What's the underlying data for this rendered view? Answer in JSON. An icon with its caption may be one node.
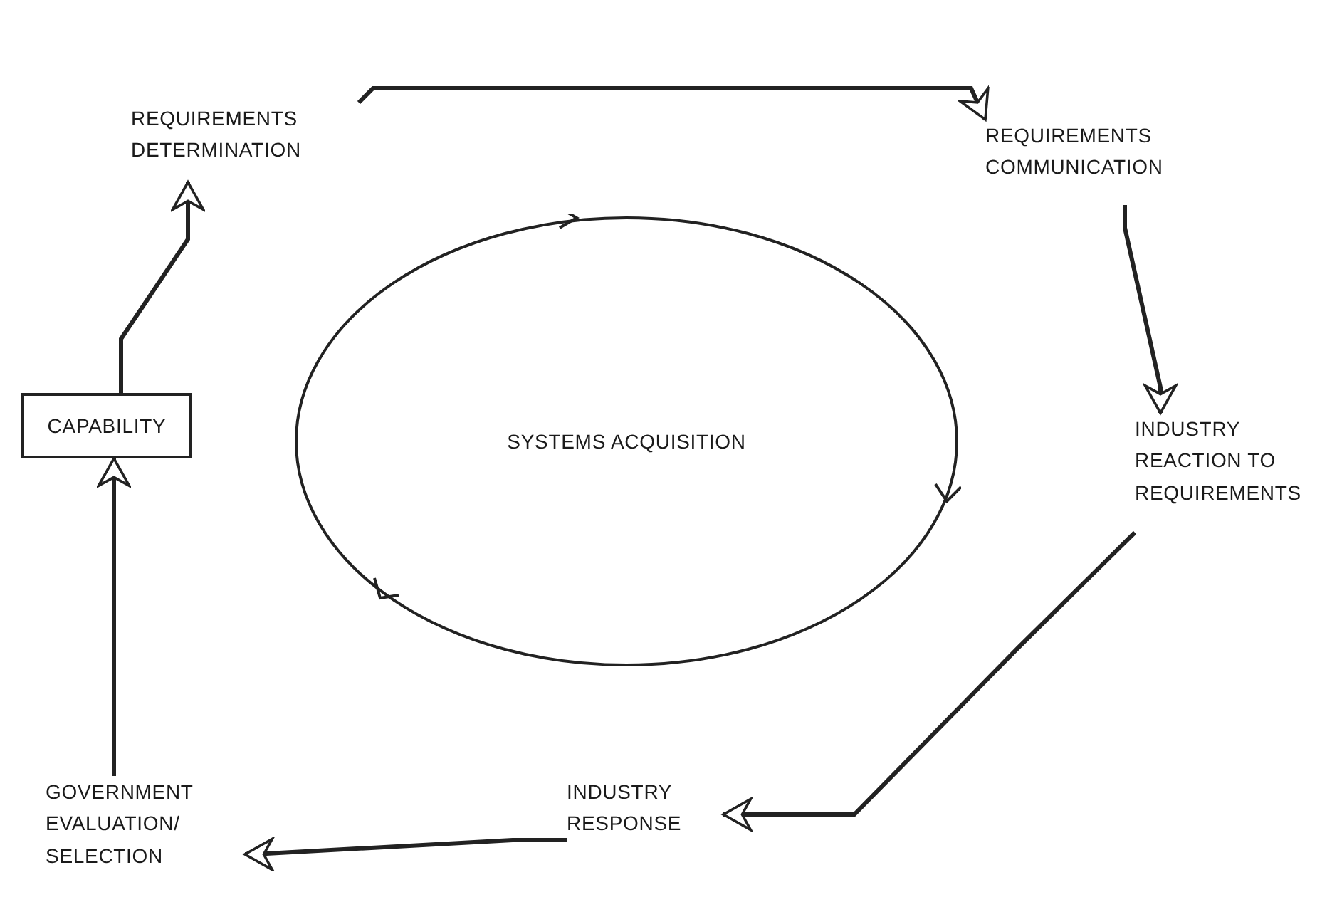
{
  "diagram": {
    "nodes": [
      {
        "text": [
          "REQUIREMENTS DETERMINATION"
        ]
      },
      {
        "text": [
          "REQUIREMENTS COMMUNICATION"
        ]
      },
      {
        "text": [
          "INDUSTRY REACTION TO REQUIREMENTS"
        ]
      },
      {
        "text": [
          "INDUSTRY RESPONSE"
        ]
      },
      {
        "text": [
          "GOVERNMENT EVALUATION/ SELECTION"
        ]
      },
      {
        "text": [
          "CAPABILITY"
        ]
      },
      {
        "text": [
          "SYSTEMS ACQUISITION"
        ]
      }
    ],
    "edges": [
      {
        "from": 0,
        "to": 1,
        "arrow": "to"
      },
      {
        "from": 1,
        "to": 2,
        "arrow": "to"
      },
      {
        "from": 2,
        "to": 3,
        "arrow": "to"
      },
      {
        "from": 3,
        "to": 4,
        "arrow": "to"
      },
      {
        "from": 4,
        "to": 5,
        "arrow": "to"
      },
      {
        "from": 5,
        "to": 0,
        "arrow": "to"
      }
    ]
  }
}
